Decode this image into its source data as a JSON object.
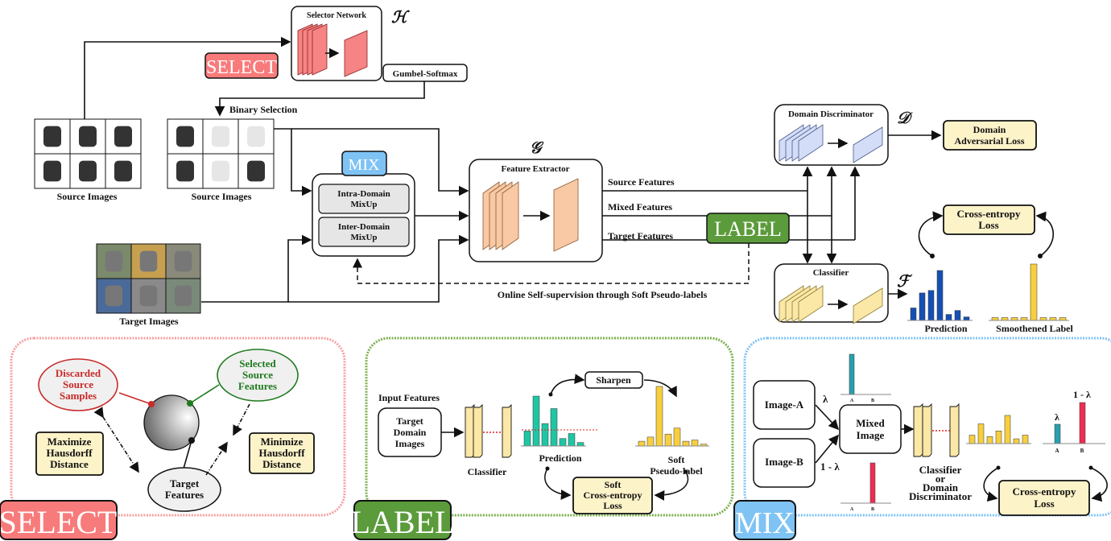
{
  "top": {
    "selector_network": "Selector Network",
    "selector_symbol": "ℋ",
    "select_badge": "SELECT",
    "gumbel_softmax": "Gumbel-Softmax",
    "binary_selection": "Binary Selection",
    "source_images_1": "Source Images",
    "source_images_2": "Source Images",
    "target_images": "Target Images",
    "mix_badge": "MIX",
    "intra_domain": [
      "Intra-Domain",
      "MixUp"
    ],
    "inter_domain": [
      "Inter-Domain",
      "MixUp"
    ],
    "feature_extractor": "Feature Extractor",
    "feature_symbol": "𝒢",
    "source_features": "Source Features",
    "mixed_features": "Mixed Features",
    "target_features": "Target Features",
    "label_badge": "LABEL",
    "online_self_supervision": "Online Self-supervision through Soft Pseudo-labels",
    "domain_discriminator": "Domain Discriminator",
    "discriminator_symbol": "𝒟",
    "domain_adversarial_loss": [
      "Domain",
      "Adversarial Loss"
    ],
    "classifier": "Classifier",
    "classifier_symbol": "ℱ",
    "cross_entropy_loss": [
      "Cross-entropy",
      "Loss"
    ],
    "prediction": "Prediction",
    "smoothened_label": "Smoothened Label",
    "prediction_bars": [
      0.25,
      0.55,
      0.6,
      1.0,
      0.12,
      0.2,
      0.07
    ],
    "smoothened_bars": [
      0.05,
      0.05,
      0.05,
      0.05,
      1.0,
      0.05,
      0.05,
      0.05
    ]
  },
  "select_panel": {
    "badge": "SELECT",
    "discarded": [
      "Discarded",
      "Source",
      "Samples"
    ],
    "selected": [
      "Selected",
      "Source",
      "Features"
    ],
    "target": [
      "Target",
      "Features"
    ],
    "maximize": [
      "Maximize",
      "Hausdorff",
      "Distance"
    ],
    "minimize": [
      "Minimize",
      "Hausdorff",
      "Distance"
    ]
  },
  "label_panel": {
    "badge": "LABEL",
    "input_features": "Input Features",
    "target_domain_images": [
      "Target",
      "Domain",
      "Images"
    ],
    "classifier": "Classifier",
    "prediction": "Prediction",
    "sharpen": "Sharpen",
    "soft_pseudo_label": [
      "Soft",
      "Pseudo-label"
    ],
    "soft_ce_loss": [
      "Soft",
      "Cross-entropy",
      "Loss"
    ],
    "prediction_bars": [
      0.3,
      1.0,
      0.45,
      0.75,
      0.15,
      0.25,
      0.07
    ],
    "pseudo_label_bars": [
      0.08,
      0.15,
      1.0,
      0.2,
      0.3,
      0.08,
      0.1,
      0.03
    ]
  },
  "mix_panel": {
    "badge": "MIX",
    "image_a": "Image-A",
    "image_b": "Image-B",
    "mixed_image": [
      "Mixed",
      "Image"
    ],
    "lambda": "λ",
    "one_minus_lambda": "1 - λ",
    "axis_a": "A",
    "axis_b": "B",
    "classifier_or_discriminator": [
      "Classifier",
      "or",
      "Domain",
      "Discriminator"
    ],
    "cross_entropy_loss": [
      "Cross-entropy",
      "Loss"
    ],
    "output_bars": [
      0.3,
      0.7,
      0.25,
      0.45,
      1.0,
      0.17,
      0.3
    ],
    "result_lambda": "λ",
    "result_one_minus_lambda": "1 - λ"
  },
  "colors": {
    "select": "#f87b7b",
    "label": "#5b9b3b",
    "mix": "#7fc3f5",
    "loss_fill": "#fdf3c9",
    "classifier_planes": "#fbe7a6",
    "extractor_planes": "#f9c8a4",
    "discriminator_planes": "#d3ddf7",
    "selector_planes": "#f78484",
    "prediction_blue": "#1450b4",
    "gold": "#f7cf3e",
    "teal": "#2a9fae",
    "crimson": "#ef2d52",
    "teal_green": "#1fc6a4"
  }
}
